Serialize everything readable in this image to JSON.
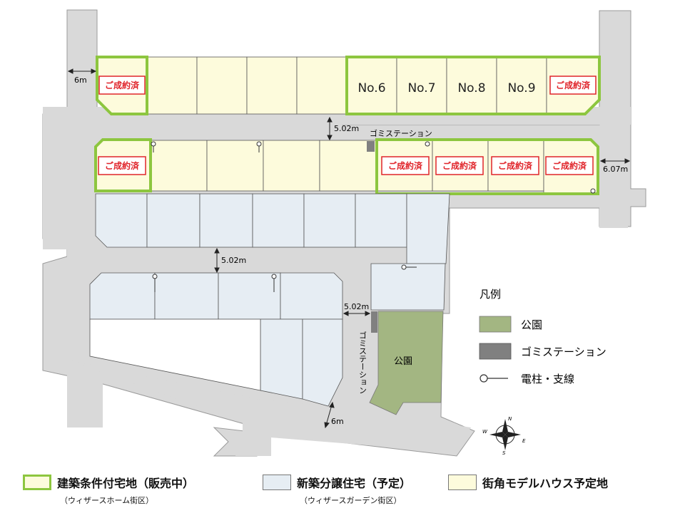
{
  "colors": {
    "road": "#d9d9d9",
    "condition_land": "#fdfbdc",
    "new_house": "#e6edf3",
    "model_house": "#fdfbdc",
    "green_frame": "#8dc63f",
    "park": "#a3b682",
    "garbage": "#808080",
    "sold_red": "#e0242a"
  },
  "lot_numbers": [
    "No.6",
    "No.7",
    "No.8",
    "No.9"
  ],
  "sold_label": "ご成約済",
  "dimensions": {
    "road_west_top": "6m",
    "road_mid_top": "5.02m",
    "road_east": "6.07m",
    "road_mid_center": "5.02m",
    "road_inner": "5.02m",
    "road_bottom": "6m"
  },
  "garbage_label": "ゴミステーション",
  "garbage_label_vertical": "ゴミステーション",
  "park_label": "公園",
  "legend": {
    "title": "凡例",
    "park": "公園",
    "garbage": "ゴミステーション",
    "pole": "電柱・支線"
  },
  "compass": {
    "n": "N",
    "e": "E",
    "s": "S",
    "w": "W"
  },
  "bottom_legend": {
    "condition_land": "建築条件付宅地（販売中）",
    "condition_land_sub": "（ウィザースホーム街区）",
    "new_house": "新築分譲住宅（予定）",
    "new_house_sub": "（ウィザースガーデン街区）",
    "model_house": "街角モデルハウス予定地"
  }
}
